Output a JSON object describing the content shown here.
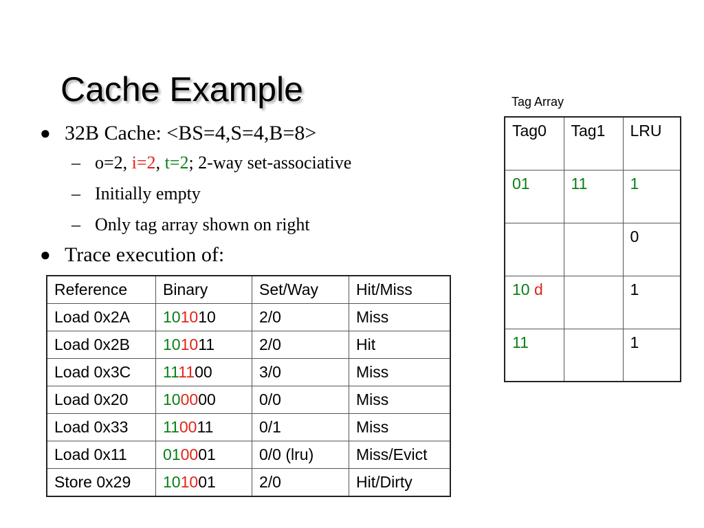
{
  "slide": {
    "title": "Cache Example",
    "bullets": [
      {
        "text": "32B Cache: <BS=4,S=4,B=8>",
        "subs": [
          {
            "parts": [
              {
                "text": "o=2, ",
                "color": ""
              },
              {
                "text": "i=2",
                "color": "red"
              },
              {
                "text": ", ",
                "color": ""
              },
              {
                "text": "t=2",
                "color": "green"
              },
              {
                "text": "; 2-way set-associative",
                "color": ""
              }
            ]
          },
          {
            "parts": [
              {
                "text": "Initially empty",
                "color": ""
              }
            ]
          },
          {
            "parts": [
              {
                "text": "Only tag array shown on right",
                "color": ""
              }
            ]
          }
        ]
      },
      {
        "text": "Trace execution of:",
        "subs": []
      }
    ]
  },
  "trace_table": {
    "headers": [
      "Reference",
      "Binary",
      "Set/Way",
      "Hit/Miss"
    ],
    "rows": [
      {
        "reference": "Load 0x2A",
        "binary": {
          "tag": "10",
          "index": "10",
          "offset": "10"
        },
        "set_way": "2/0",
        "result": "Miss"
      },
      {
        "reference": "Load 0x2B",
        "binary": {
          "tag": "10",
          "index": "10",
          "offset": "11"
        },
        "set_way": "2/0",
        "result": "Hit"
      },
      {
        "reference": "Load 0x3C",
        "binary": {
          "tag": "11",
          "index": "11",
          "offset": "00"
        },
        "set_way": "3/0",
        "result": "Miss"
      },
      {
        "reference": "Load 0x20",
        "binary": {
          "tag": "10",
          "index": "00",
          "offset": "00"
        },
        "set_way": "0/0",
        "result": "Miss"
      },
      {
        "reference": "Load 0x33",
        "binary": {
          "tag": "11",
          "index": "00",
          "offset": "11"
        },
        "set_way": "0/1",
        "result": "Miss"
      },
      {
        "reference": "Load 0x11",
        "binary": {
          "tag": "01",
          "index": "00",
          "offset": "01"
        },
        "set_way": "0/0 (lru)",
        "result": "Miss/Evict"
      },
      {
        "reference": "Store 0x29",
        "binary": {
          "tag": "10",
          "index": "10",
          "offset": "01"
        },
        "set_way": "2/0",
        "result": "Hit/Dirty"
      }
    ]
  },
  "tag_array": {
    "caption": "Tag Array",
    "headers": [
      "Tag0",
      "Tag1",
      "LRU"
    ],
    "rows": [
      {
        "tag0": "01",
        "tag0_flag": "",
        "tag1": "11",
        "lru": "1",
        "lru_color": "green"
      },
      {
        "tag0": "",
        "tag0_flag": "",
        "tag1": "",
        "lru": "0",
        "lru_color": ""
      },
      {
        "tag0": "10",
        "tag0_flag": "d",
        "tag1": "",
        "lru": "1",
        "lru_color": ""
      },
      {
        "tag0": "11",
        "tag0_flag": "",
        "tag1": "",
        "lru": "1",
        "lru_color": ""
      }
    ]
  },
  "colors": {
    "index_bits": "#e2241a",
    "tag_bits": "#0a7f16",
    "title_shadow": "#b4b4b4"
  }
}
